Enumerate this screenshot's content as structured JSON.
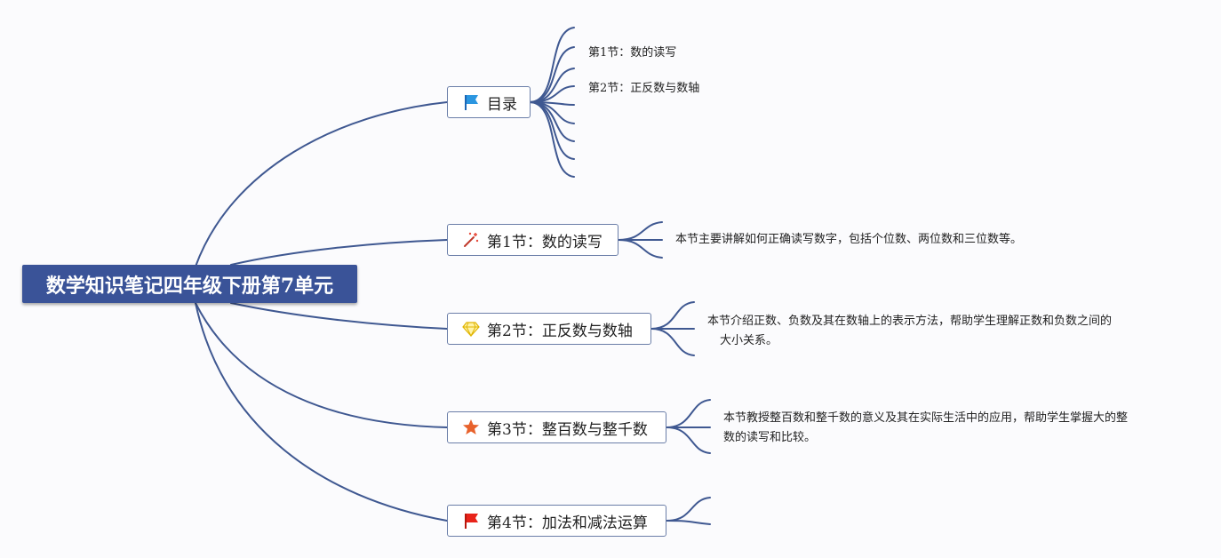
{
  "root": {
    "title": "数学知识笔记四年级下册第7单元"
  },
  "branches": [
    {
      "label": "目录",
      "icon": "blue-flag-icon",
      "children": [
        "第1节：数的读写",
        "第2节：正反数与数轴"
      ]
    },
    {
      "label": "第1节：数的读写",
      "icon": "magic-wand-icon",
      "description": "本节主要讲解如何正确读写数字，包括个位数、两位数和三位数等。"
    },
    {
      "label": "第2节：正反数与数轴",
      "icon": "diamond-icon",
      "description_lines": [
        "本节介绍正数、负数及其在数轴上的表示方法，帮助学生理解正数和负数之间的",
        "大小关系。"
      ]
    },
    {
      "label": "第3节：整百数与整千数",
      "icon": "star-icon",
      "description_lines": [
        "本节教授整百数和整千数的意义及其在实际生活中的应用，帮助学生掌握大的整",
        "数的读写和比较。"
      ]
    },
    {
      "label": "第4节：加法和减法运算",
      "icon": "red-flag-icon"
    }
  ],
  "colors": {
    "root_bg": "#3a5398",
    "line": "#3f5891",
    "node_border": "#6b7ea8",
    "background": "#fbfbfd"
  }
}
